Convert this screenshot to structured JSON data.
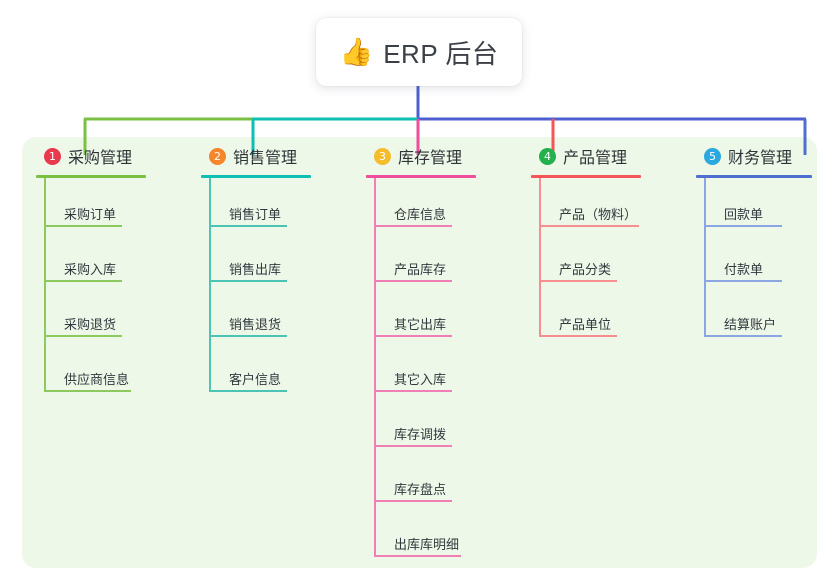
{
  "root": {
    "icon": "thumbs-up-icon",
    "icon_glyph": "👍",
    "title": "ERP 后台"
  },
  "canvas": {
    "panel_color": "#eef8e9",
    "background": "#ffffff"
  },
  "trunk": {
    "color": "#4f5fd0",
    "segments": [
      {
        "name": "green-segment",
        "color": "#7ac143"
      },
      {
        "name": "teal-segment",
        "color": "#0fbfb3"
      },
      {
        "name": "blue-segment",
        "color": "#4f5fd0"
      }
    ]
  },
  "columns": [
    {
      "number": "1",
      "title": "采购管理",
      "badge_color": "#e8394f",
      "line_color": "#7ac143",
      "rule_color": "#8cc95e",
      "items": [
        {
          "label": "采购订单"
        },
        {
          "label": "采购入库"
        },
        {
          "label": "采购退货"
        },
        {
          "label": "供应商信息"
        }
      ]
    },
    {
      "number": "2",
      "title": "销售管理",
      "badge_color": "#f5862c",
      "line_color": "#0fbfb3",
      "rule_color": "#4bc3b5",
      "items": [
        {
          "label": "销售订单"
        },
        {
          "label": "销售出库"
        },
        {
          "label": "销售退货"
        },
        {
          "label": "客户信息"
        }
      ]
    },
    {
      "number": "3",
      "title": "库存管理",
      "badge_color": "#f5bc2c",
      "line_color": "#ef4e9b",
      "rule_color": "#ef7fb5",
      "items": [
        {
          "label": "仓库信息"
        },
        {
          "label": "产品库存"
        },
        {
          "label": "其它出库"
        },
        {
          "label": "其它入库"
        },
        {
          "label": "库存调拨"
        },
        {
          "label": "库存盘点"
        },
        {
          "label": "出库库明细"
        }
      ]
    },
    {
      "number": "4",
      "title": "产品管理",
      "badge_color": "#22b14c",
      "line_color": "#f4555a",
      "rule_color": "#f78f91",
      "items": [
        {
          "label": "产品（物料）"
        },
        {
          "label": "产品分类"
        },
        {
          "label": "产品单位"
        }
      ]
    },
    {
      "number": "5",
      "title": "财务管理",
      "badge_color": "#2aa9e0",
      "line_color": "#4f6fd0",
      "rule_color": "#8ba6e3",
      "items": [
        {
          "label": "回款单"
        },
        {
          "label": "付款单"
        },
        {
          "label": "结算账户"
        }
      ]
    }
  ]
}
